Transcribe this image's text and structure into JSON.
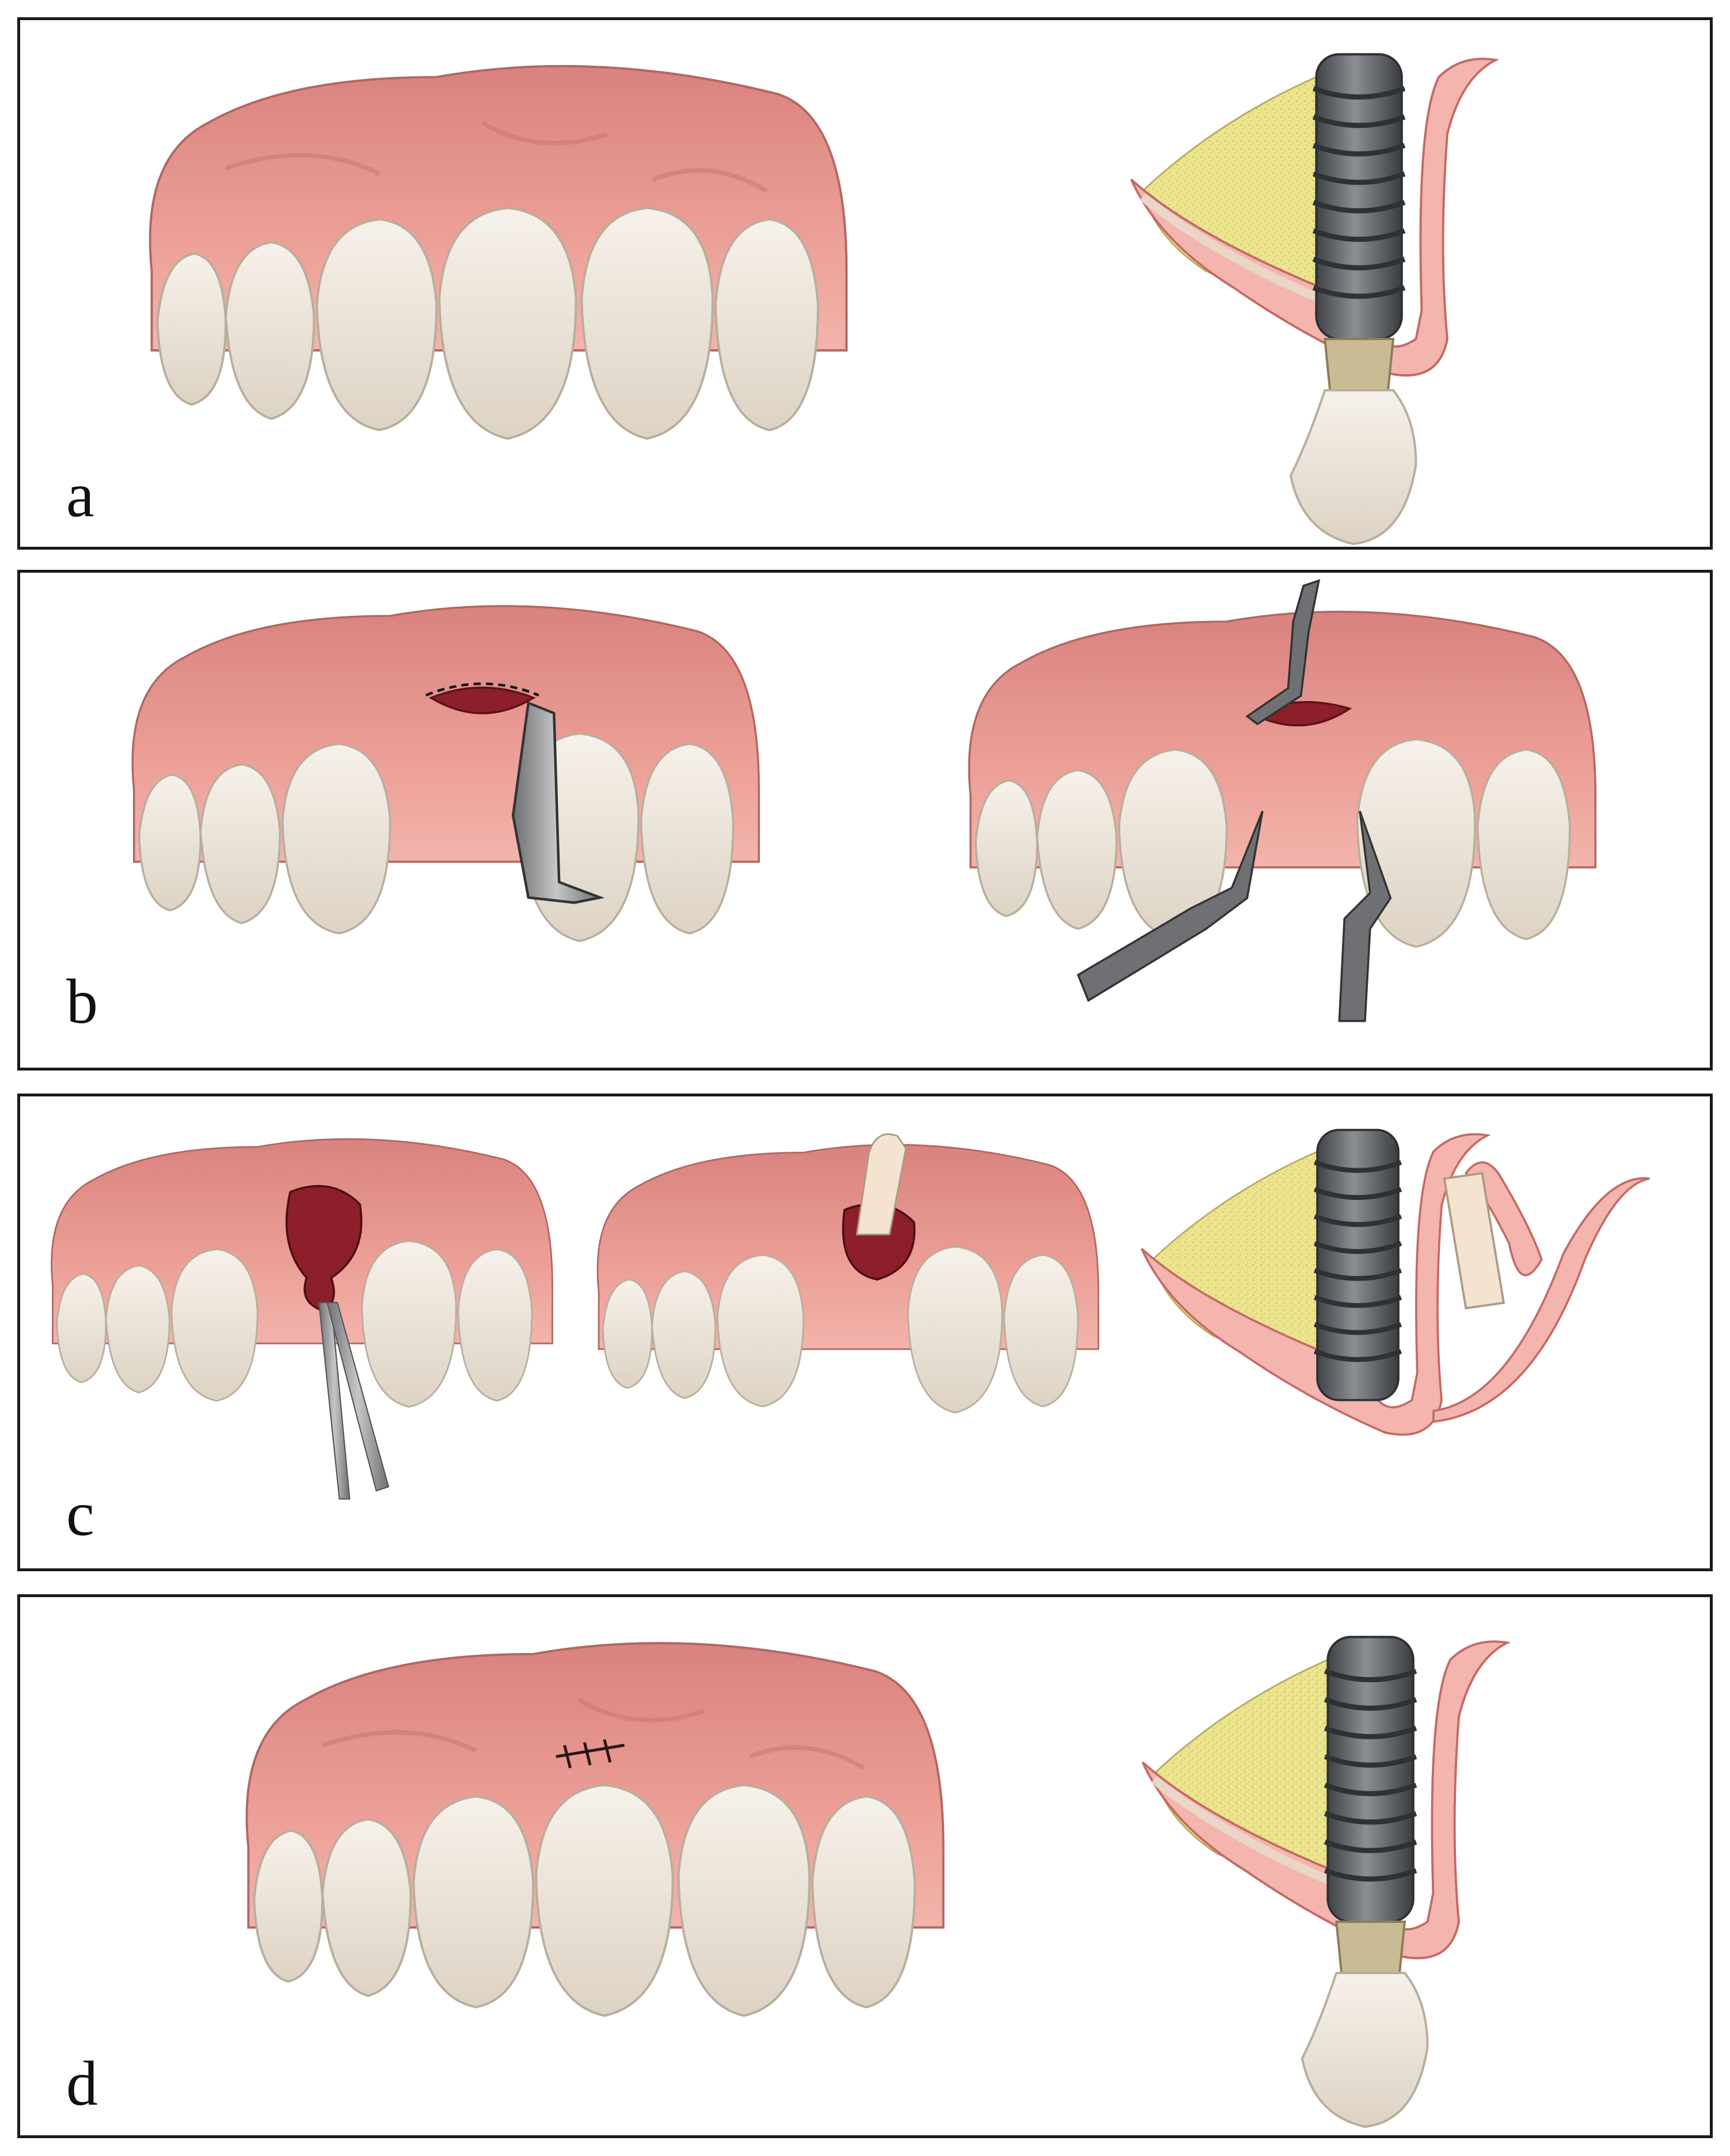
{
  "panels": [
    {
      "label": "a"
    },
    {
      "label": "b"
    },
    {
      "label": "c"
    },
    {
      "label": "d"
    }
  ],
  "colors": {
    "gingiva": "#e7968f",
    "gingiva_dark": "#c46a66",
    "tooth": "#eee6da",
    "tooth_edge": "#b9ae9e",
    "bone": "#ece58e",
    "implant": "#5b5f63",
    "abutment": "#c9bb94",
    "wound": "#8c1f2a",
    "instrument": "#8e9092",
    "graft": "#f3e3cf"
  }
}
